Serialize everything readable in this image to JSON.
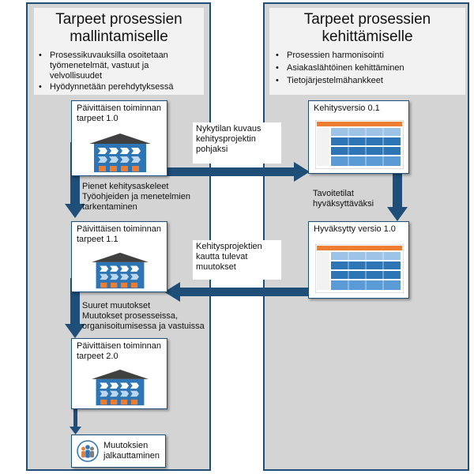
{
  "left": {
    "title_line1": "Tarpeet prosessien",
    "title_line2": "mallintamiselle",
    "bullets": [
      "Prosessikuvauksilla osoitetaan työmenetelmät, vastuut ja velvollisuudet",
      "Hyödynnetään perehdytyksessä"
    ]
  },
  "right": {
    "title_line1": "Tarpeet prosessien",
    "title_line2": "kehittämiselle",
    "bullets": [
      "Prosessien harmonisointi",
      "Asiakaslähtöinen kehittäminen",
      "Tietojärjestelmähankkeet"
    ]
  },
  "boxes": {
    "daily_1_0": {
      "line1": "Päivittäisen toiminnan",
      "line2": "tarpeet 1.0"
    },
    "daily_1_1": {
      "line1": "Päivittäisen toiminnan",
      "line2": "tarpeet 1.1"
    },
    "daily_2_0": {
      "line1": "Päivittäisen toiminnan",
      "line2": "tarpeet 2.0"
    },
    "dev_0_1": {
      "title": "Kehitysversio 0.1"
    },
    "approved_1_0": {
      "title": "Hyväksytty versio 1.0"
    },
    "rollout": {
      "line1": "Muutoksien",
      "line2": "jalkauttaminen"
    }
  },
  "labels": {
    "current_state": {
      "line1": "Nykytilan kuvaus",
      "line2": "kehitysprojektin",
      "line3": "pohjaksi"
    },
    "small_steps": {
      "line1": "Pienet kehitysaskeleet",
      "line2": "Työohjeiden ja menetelmien",
      "line3": "tarkentaminen"
    },
    "targets": {
      "line1": "Tavoitetilat",
      "line2": "hyväksyttäväksi"
    },
    "project_changes": {
      "line1": "Kehitysprojektien",
      "line2": "kautta tulevat",
      "line3": "muutokset"
    },
    "big_changes": {
      "line1": "Suuret muutokset",
      "line2": "Muutokset prosesseissa,",
      "line3": "organisoitumisessa ja vastuissa"
    }
  },
  "colors": {
    "panel_fill": "#d4d4d4",
    "panel_border": "#1f4e79",
    "arrow": "#1f4e79",
    "process_blue": "#2e75b6",
    "process_orange": "#ed7d31",
    "roof": "#404040"
  },
  "icons": [
    "building-process-icon",
    "process-map-thumbnail",
    "people-icon"
  ]
}
